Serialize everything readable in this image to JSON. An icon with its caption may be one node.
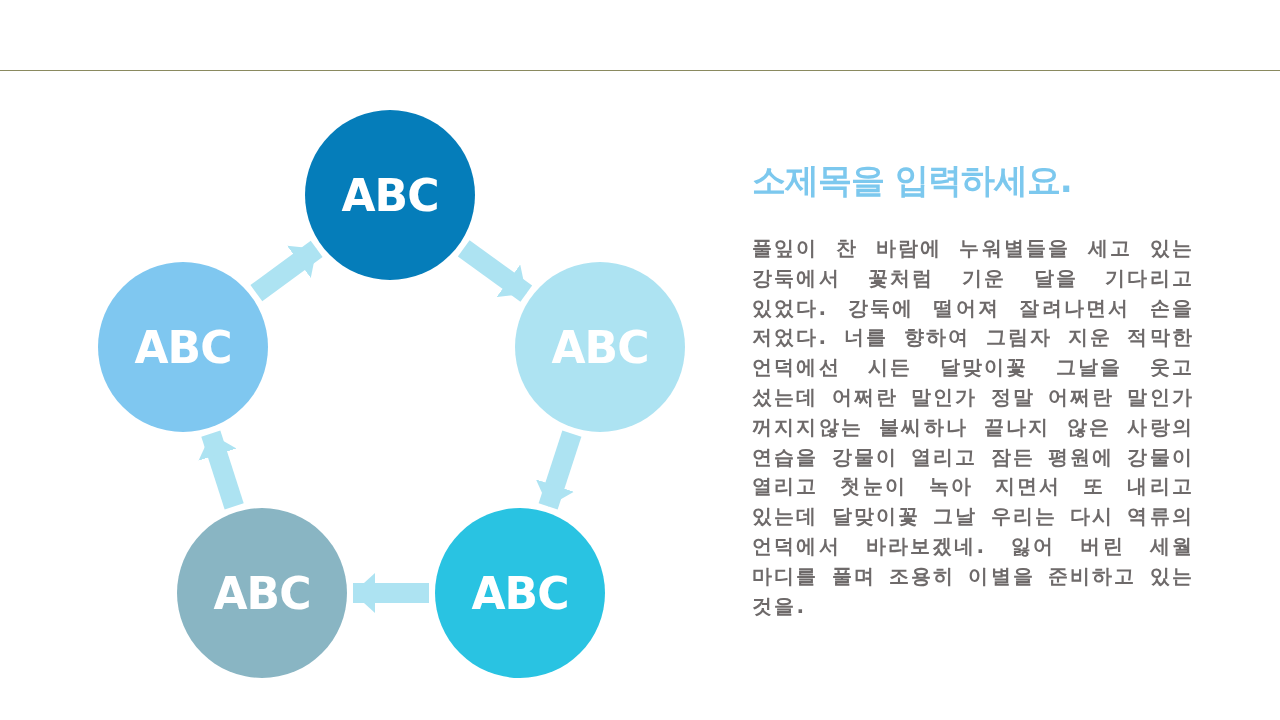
{
  "diagram": {
    "nodes": [
      {
        "text": [
          "ABC"
        ]
      },
      {
        "text": [
          "ABC"
        ]
      },
      {
        "text": [
          "ABC"
        ]
      },
      {
        "text": [
          "ABC"
        ]
      },
      {
        "text": [
          "ABC"
        ]
      }
    ],
    "edges": [
      {
        "from": 0,
        "to": 1,
        "arrow": "to"
      },
      {
        "from": 1,
        "to": 2,
        "arrow": "to"
      },
      {
        "from": 2,
        "to": 3,
        "arrow": "to"
      },
      {
        "from": 3,
        "to": 4,
        "arrow": "to"
      },
      {
        "from": 4,
        "to": 0,
        "arrow": "to"
      }
    ],
    "labels": [
      "소제목을 입력하세요.",
      "풀잎이 찬 바람에 누워별들을 세고 있는 강둑에서 꽃처럼 기운 달을 기다리고 있었다. 강둑에 떨어져 잘려나면서 손을 저었다. 너를 향하여 그림자 지운 적막한 언덕에선 시든 달맞이꽃 그날을 웃고 섰는데 어쩌란 말인가 정말 어쩌란 말인가 꺼지지않는 불씨하나 끝나지 않은 사랑의 연습을 강물이 열리고 잠든 평원에 강물이 열리고 첫눈이 녹아 지면서 또 내리고 있는데 달맞이꽃 그날 우리는 다시 역류의 언덕에서 바라보겠네. 잃어 버린 세월 마디를 풀며 조용히 이별을 준비하고 있는 것을."
    ]
  }
}
